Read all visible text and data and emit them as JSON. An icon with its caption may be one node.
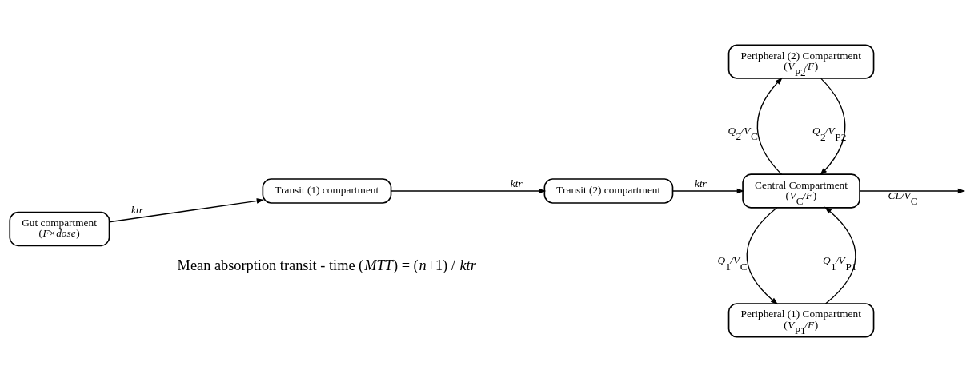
{
  "diagram": {
    "nodes": [
      {
        "text": [
          "Gut compartment",
          "(*F*×*dose*)"
        ]
      },
      {
        "text": [
          "Transit (1) compartment"
        ]
      },
      {
        "text": [
          "Transit (2) compartment"
        ]
      },
      {
        "text": [
          "Peripheral (1) Compartment",
          "(*V*$_{P1}$*/F*)"
        ]
      },
      {
        "text": [
          "Central Compartment",
          "(*V*$_{C}$*/F*)"
        ]
      },
      {
        "text": [
          "Peripheral (2) Compartment",
          "(*V*$_{P2}$*/F*)"
        ]
      }
    ],
    "edges": [
      {
        "from": 0,
        "to": 1,
        "arrow": "to",
        "label": "*ktr*"
      },
      {
        "from": 1,
        "to": 2,
        "arrow": "to",
        "label": "*ktr*"
      },
      {
        "from": 2,
        "to": 4,
        "arrow": "to",
        "label": "*ktr*"
      },
      {
        "from": 3,
        "to": 4,
        "arrow": "to",
        "label": "*Q*$_{1}$*/V*$_{P1}$"
      },
      {
        "from": 4,
        "to": 3,
        "arrow": "to",
        "label": "*Q*$_{1}$*/V*$_{C}$"
      },
      {
        "from": 4,
        "to": null,
        "arrow": "to",
        "label": "*CL/V*$_{C}$"
      },
      {
        "from": 5,
        "to": 4,
        "arrow": "to",
        "label": "*Q*$_{2}$*/V*$_{P2}$"
      },
      {
        "from": 4,
        "to": 5,
        "arrow": "to",
        "label": "*Q*$_{2}$*/V*$_{C}$"
      }
    ],
    "labels": [
      "Mean absorption transit - time (*MTT*) = (*n*+1) / *ktr*"
    ]
  }
}
